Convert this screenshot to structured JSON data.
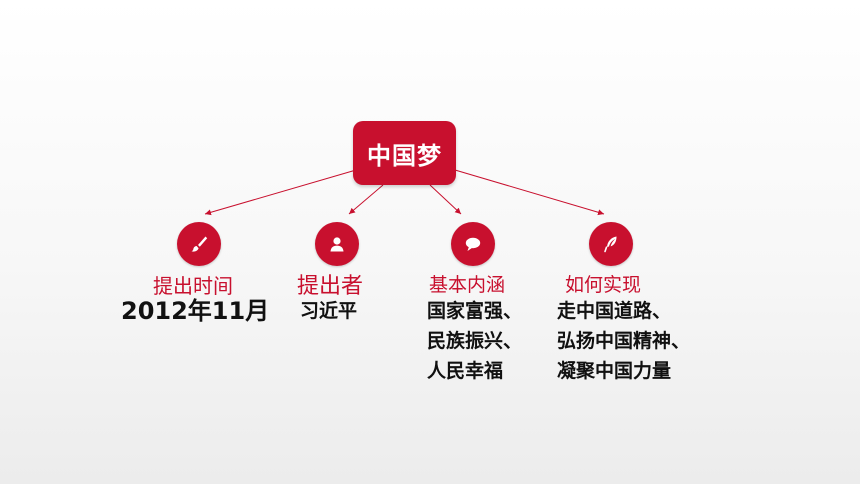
{
  "colors": {
    "accent": "#c8102e",
    "text": "#111111"
  },
  "root": {
    "label": "中国梦"
  },
  "branches": [
    {
      "icon": "brush-icon",
      "label": "提出时间",
      "content": [
        "2012年11月"
      ]
    },
    {
      "icon": "person-icon",
      "label": "提出者",
      "content": [
        "习近平"
      ]
    },
    {
      "icon": "speech-bubble-icon",
      "label": "基本内涵",
      "content": [
        "国家富强、",
        "民族振兴、",
        "人民幸福"
      ]
    },
    {
      "icon": "feather-icon",
      "label": "如何实现",
      "content": [
        "走中国道路、",
        "弘扬中国精神、",
        "凝聚中国力量"
      ]
    }
  ]
}
